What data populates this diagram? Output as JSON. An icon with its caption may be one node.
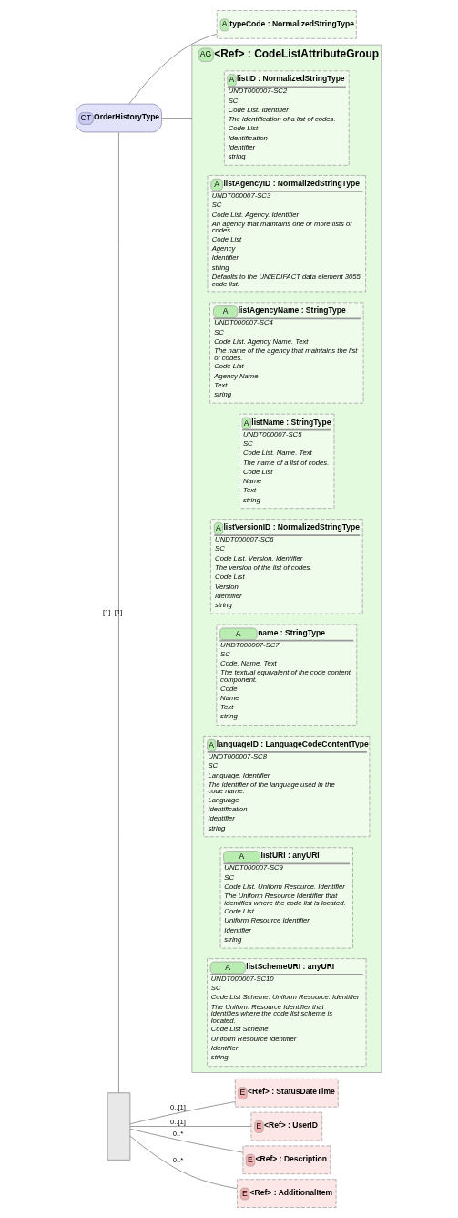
{
  "diagram": {
    "nodes": [
      {
        "text": [
          "CT",
          "OrderHistoryType"
        ]
      },
      {
        "text": [
          "A",
          "typeCode : NormalizedStringType"
        ]
      },
      {
        "text": [
          "AG",
          "<Ref> : CodeListAttributeGroup"
        ]
      },
      {
        "text": [
          "A",
          "listID : NormalizedStringType",
          "UNDT000007-SC2",
          "SC",
          "Code List. Identifier",
          "The identification of a list of codes.",
          "Code List",
          "Identification",
          "Identifier",
          "string"
        ],
        "in": 2
      },
      {
        "text": [
          "A",
          "listAgencyID : NormalizedStringType",
          "UNDT000007-SC3",
          "SC",
          "Code List. Agency. Identifier",
          "An agency that maintains one or more lists of codes.",
          "Code List",
          "Agency",
          "Identifier",
          "string",
          "Defaults to the UN/EDIFACT data element 3055 code list."
        ],
        "in": 2
      },
      {
        "text": [
          "A",
          "listAgencyName : StringType",
          "UNDT000007-SC4",
          "SC",
          "Code List. Agency Name. Text",
          "The name of the agency that maintains the list of codes.",
          "Code List",
          "Agency Name",
          "Text",
          "string"
        ],
        "in": 2
      },
      {
        "text": [
          "A",
          "listName : StringType",
          "UNDT000007-SC5",
          "SC",
          "Code List. Name. Text",
          "The name of a list of codes.",
          "Code List",
          "Name",
          "Text",
          "string"
        ],
        "in": 2
      },
      {
        "text": [
          "A",
          "listVersionID : NormalizedStringType",
          "UNDT000007-SC6",
          "SC",
          "Code List. Version. Identifier",
          "The version of the list of codes.",
          "Code List",
          "Version",
          "Identifier",
          "string"
        ],
        "in": 2
      },
      {
        "text": [
          "A",
          "name : StringType",
          "UNDT000007-SC7",
          "SC",
          "Code. Name. Text",
          "The textual equivalent of the code content component.",
          "Code",
          "Name",
          "Text",
          "string"
        ],
        "in": 2
      },
      {
        "text": [
          "A",
          "languageID : LanguageCodeContentType",
          "UNDT000007-SC8",
          "SC",
          "Language. Identifier",
          "The identifier of the language used in the code name.",
          "Language",
          "Identification",
          "Identifier",
          "string"
        ],
        "in": 2
      },
      {
        "text": [
          "A",
          "listURI : anyURI",
          "UNDT000007-SC9",
          "SC",
          "Code List. Uniform Resource. Identifier",
          "The Uniform Resource Identifier that identifies where the code list is located.",
          "Code List",
          "Uniform Resource Identifier",
          "Identifier",
          "string"
        ],
        "in": 2
      },
      {
        "text": [
          "A",
          "listSchemeURI : anyURI",
          "UNDT000007-SC10",
          "SC",
          "Code List Scheme. Uniform Resource. Identifier",
          "The Uniform Resource Identifier that identifies where the code list scheme is located.",
          "Code List Scheme",
          "Uniform Resource Identifier",
          "Identifier",
          "string"
        ],
        "in": 2
      },
      {
        "text": [],
        "shape": "box"
      },
      {
        "text": [
          "E",
          "<Ref> : StatusDateTime"
        ]
      },
      {
        "text": [
          "E",
          "<Ref> : UserID"
        ]
      },
      {
        "text": [
          "E",
          "<Ref> : Description"
        ]
      },
      {
        "text": [
          "E",
          "<Ref> : AdditionalItem"
        ]
      }
    ],
    "edges": [
      {
        "from": 0,
        "to": 1,
        "arrow": "none"
      },
      {
        "from": 0,
        "to": 2,
        "arrow": "none"
      },
      {
        "from": 0,
        "to": 12,
        "arrow": "none",
        "label": "[1]..[1]"
      },
      {
        "from": 12,
        "to": 13,
        "arrow": "none",
        "label": "0..[1]"
      },
      {
        "from": 12,
        "to": 14,
        "arrow": "none",
        "label": "0..[1]"
      },
      {
        "from": 12,
        "to": 15,
        "arrow": "none",
        "label": "0..*"
      },
      {
        "from": 12,
        "to": 16,
        "arrow": "none",
        "label": "0..*"
      }
    ]
  }
}
